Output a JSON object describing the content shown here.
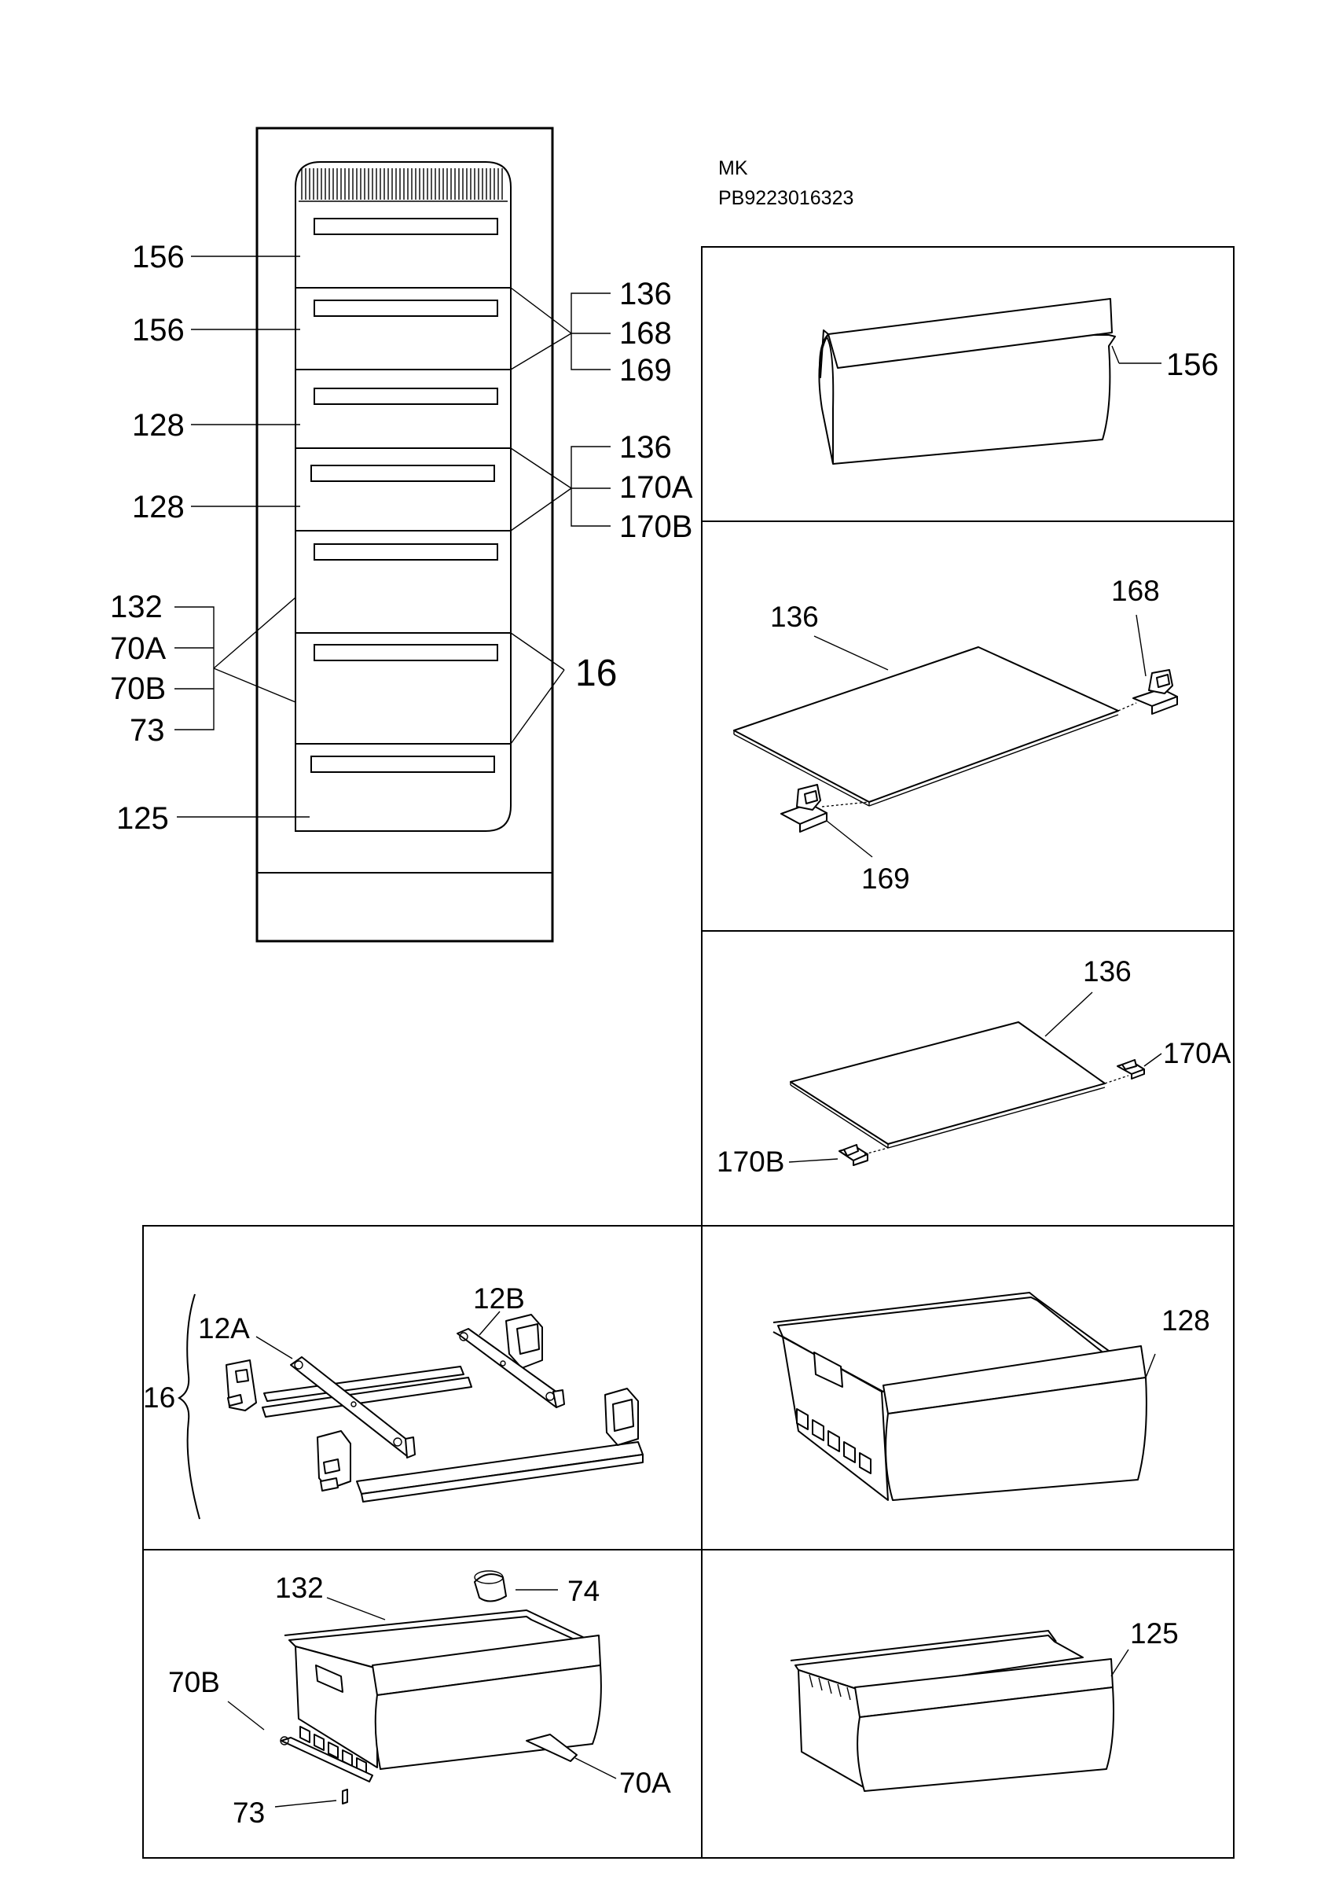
{
  "header": {
    "code1": "MK",
    "code2": "PB9223016323"
  },
  "overview": {
    "labels_left": [
      "156",
      "156",
      "128",
      "128",
      "132",
      "70A",
      "70B",
      "73",
      "125"
    ],
    "labels_right": [
      "136",
      "168",
      "169",
      "136",
      "170A",
      "170B",
      "16"
    ]
  },
  "panels": {
    "flap": {
      "part": "156"
    },
    "glass_shelf_1": {
      "glass": "136",
      "left_bracket": "169",
      "right_bracket": "168"
    },
    "glass_shelf_2": {
      "glass": "136",
      "right_bracket": "170A",
      "left_bracket": "170B"
    },
    "slides": {
      "group": "16",
      "left_rail": "12A",
      "right_rail": "12B"
    },
    "drawer_128": {
      "part": "128"
    },
    "drawer_132": {
      "drawer": "132",
      "knob": "74",
      "left_rail": "70B",
      "right_rail": "70A",
      "pin": "73"
    },
    "drawer_125": {
      "part": "125"
    }
  },
  "colors": {
    "ink": "#000000",
    "paper": "#ffffff"
  }
}
